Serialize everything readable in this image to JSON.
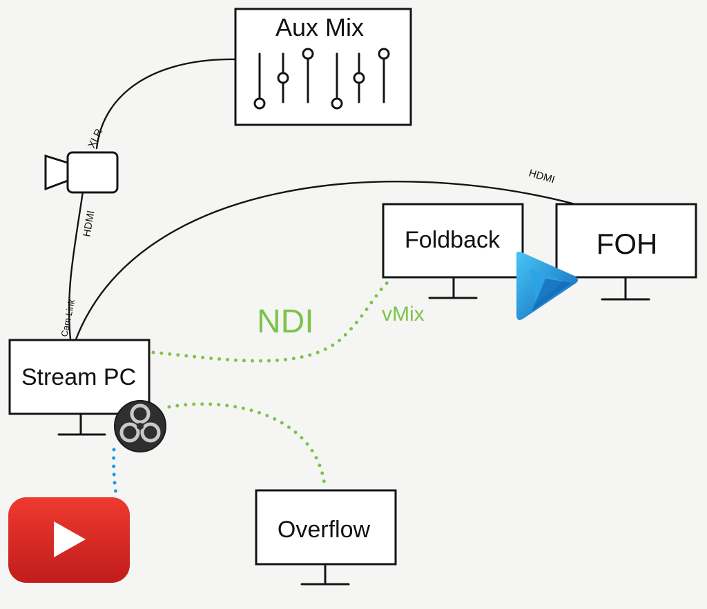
{
  "nodes": {
    "aux_mix": "Aux Mix",
    "foldback": "Foldback",
    "foh": "FOH",
    "stream_pc": "Stream PC",
    "overflow": "Overflow"
  },
  "edges": {
    "xlr": "XLR",
    "hdmi_camera": "HDMI",
    "hdmi_foh": "HDMI",
    "cam_link": "Cam Link",
    "ndi": "NDI",
    "vmix": "vMix"
  },
  "icons": {
    "camera": "video-camera-icon",
    "sliders": "mixer-sliders-icon",
    "obs": "obs-logo",
    "vmix": "vmix-play-logo",
    "youtube": "youtube-logo"
  },
  "colors": {
    "ndi_link": "#7cc34a",
    "youtube_link": "#1f9ad6",
    "youtube_red": "#e02a26",
    "vmix_blue": "#1c8fd8"
  }
}
